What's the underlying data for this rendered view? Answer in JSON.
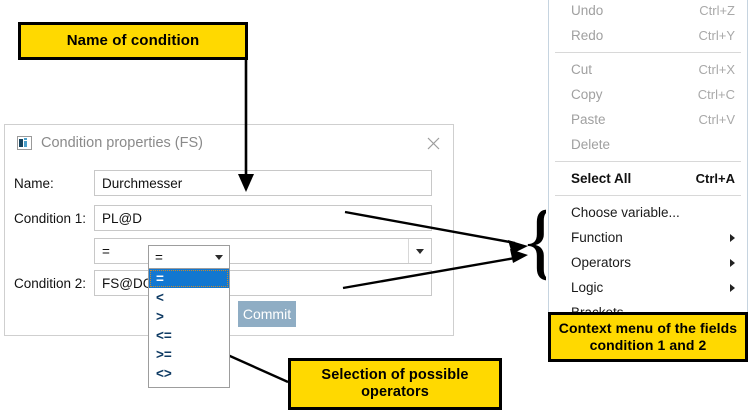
{
  "callouts": {
    "name_of_condition": "Name of condition",
    "selection_of_operators": "Selection of possible\noperators",
    "selection_line1": "Selection of possible",
    "selection_line2": "operators",
    "context_menu_line1": "Context menu  of the fields",
    "context_menu_line2": "condition 1 and 2",
    "fill_color": "#ffd900",
    "border_color": "#000000"
  },
  "dialog": {
    "title": "Condition properties (FS)",
    "icon": "window-properties-icon",
    "close_label": "×",
    "fields": {
      "name_label": "Name:",
      "name_value": "Durchmesser",
      "name_placeholder": "",
      "condition1_label": "Condition 1:",
      "condition1_value": "PL@D",
      "condition2_label": "Condition 2:",
      "condition2_value": "FS@DG"
    },
    "operator_combo": {
      "value": "=",
      "caret": "chevron-down-icon"
    },
    "commit_button": "Commit"
  },
  "dropdown": {
    "head_value": "=",
    "selected": "=",
    "options": [
      "=",
      "<",
      ">",
      "<=",
      ">=",
      "<>"
    ],
    "highlight_color": "#1277d0"
  },
  "context_menu": {
    "groups": [
      {
        "items": [
          {
            "label": "Undo",
            "accel": "Ctrl+Z",
            "state": "disabled",
            "submenu": false
          },
          {
            "label": "Redo",
            "accel": "Ctrl+Y",
            "state": "disabled",
            "submenu": false
          }
        ]
      },
      {
        "items": [
          {
            "label": "Cut",
            "accel": "Ctrl+X",
            "state": "disabled",
            "submenu": false
          },
          {
            "label": "Copy",
            "accel": "Ctrl+C",
            "state": "disabled",
            "submenu": false
          },
          {
            "label": "Paste",
            "accel": "Ctrl+V",
            "state": "disabled",
            "submenu": false
          },
          {
            "label": "Delete",
            "accel": "",
            "state": "disabled",
            "submenu": false
          }
        ]
      },
      {
        "items": [
          {
            "label": "Select All",
            "accel": "Ctrl+A",
            "state": "strong",
            "submenu": false
          }
        ]
      },
      {
        "items": [
          {
            "label": "Choose variable...",
            "accel": "",
            "state": "enabled",
            "submenu": false
          },
          {
            "label": "Function",
            "accel": "",
            "state": "enabled",
            "submenu": true
          },
          {
            "label": "Operators",
            "accel": "",
            "state": "enabled",
            "submenu": true
          },
          {
            "label": "Logic",
            "accel": "",
            "state": "enabled",
            "submenu": true
          },
          {
            "label": "Brackets",
            "accel": "",
            "state": "enabled",
            "submenu": false
          }
        ]
      }
    ]
  },
  "annotations": {
    "brace_glyph": "{",
    "arrow_color": "#000000"
  }
}
